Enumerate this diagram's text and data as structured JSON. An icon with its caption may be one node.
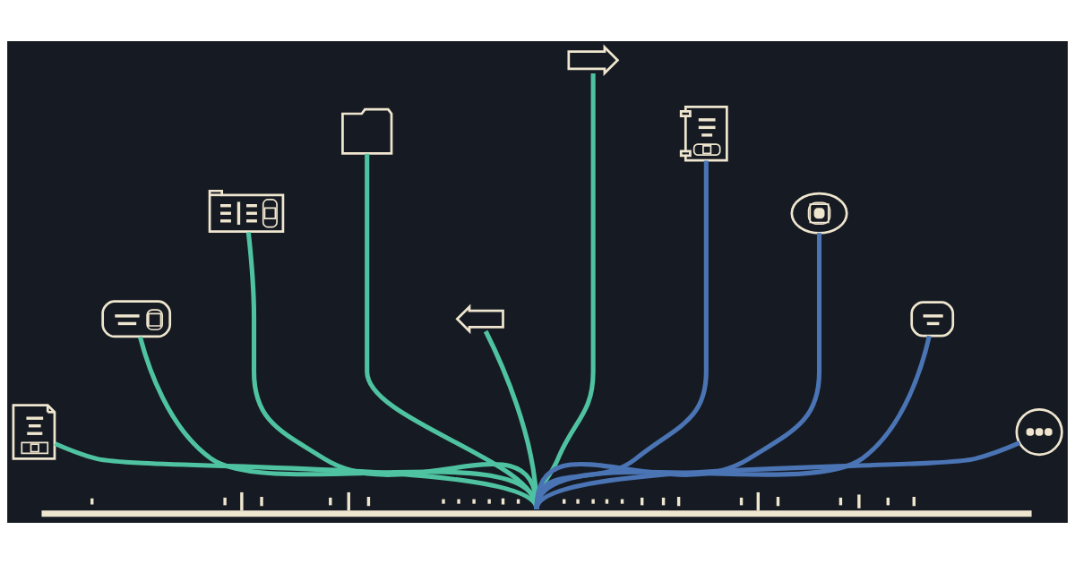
{
  "diagram": {
    "nodes": [
      {
        "text": [],
        "shape": "picture"
      },
      {
        "text": [],
        "shape": "picture"
      },
      {
        "text": [],
        "shape": "picture"
      },
      {
        "text": [],
        "shape": "picture"
      },
      {
        "text": [],
        "shape": "picture"
      },
      {
        "text": [],
        "shape": "picture"
      },
      {
        "text": [],
        "shape": "picture"
      },
      {
        "text": [],
        "shape": "picture"
      },
      {
        "text": [],
        "shape": "picture"
      },
      {
        "text": [],
        "shape": "picture"
      },
      {
        "text": [],
        "shape": "bar"
      }
    ],
    "edges": [
      {
        "from": 10,
        "to": 0,
        "arrow": "none"
      },
      {
        "from": 10,
        "to": 1,
        "arrow": "none"
      },
      {
        "from": 10,
        "to": 2,
        "arrow": "none"
      },
      {
        "from": 10,
        "to": 3,
        "arrow": "none"
      },
      {
        "from": 10,
        "to": 4,
        "arrow": "none"
      },
      {
        "from": 10,
        "to": 5,
        "arrow": "none"
      },
      {
        "from": 10,
        "to": 6,
        "arrow": "none",
        "color": "#4a74b4"
      },
      {
        "from": 10,
        "to": 7,
        "arrow": "none",
        "color": "#4a74b4"
      },
      {
        "from": 10,
        "to": 8,
        "arrow": "none",
        "color": "#4a74b4"
      },
      {
        "from": 10,
        "to": 9,
        "arrow": "none",
        "color": "#4a74b4"
      }
    ]
  }
}
